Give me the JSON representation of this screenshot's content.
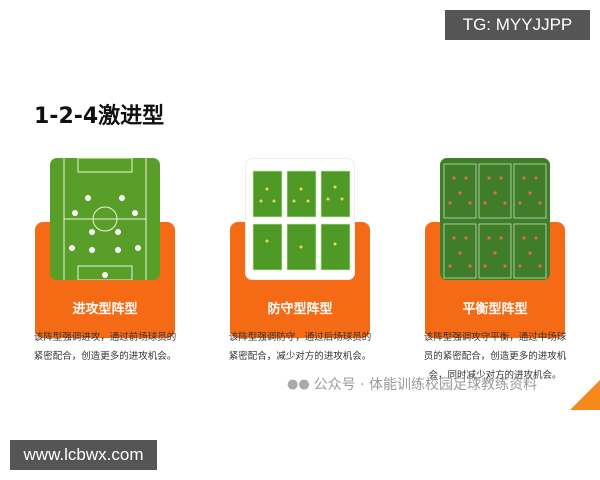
{
  "badges": {
    "tg": "TG: MYYJJPP",
    "site": "www.lcbwx.com"
  },
  "title": "1-2-4激进型",
  "cards": [
    {
      "label": "进攻型阵型",
      "desc": "该阵型强调进攻，通过前场球员的紧密配合，创造更多的进攻机会。"
    },
    {
      "label": "防守型阵型",
      "desc": "该阵型强调防守，通过后场球员的紧密配合，减少对方的进攻机会。"
    },
    {
      "label": "平衡型阵型",
      "desc": "该阵型强调攻守平衡，通过中场球员的紧密配合，创造更多的进攻机会，同时减少对方的进攻机会。"
    }
  ],
  "watermark": "公众号 · 体能训练校园足球教练资料",
  "colors": {
    "accent": "#f56a14",
    "pitch": "#5a9e2a"
  }
}
